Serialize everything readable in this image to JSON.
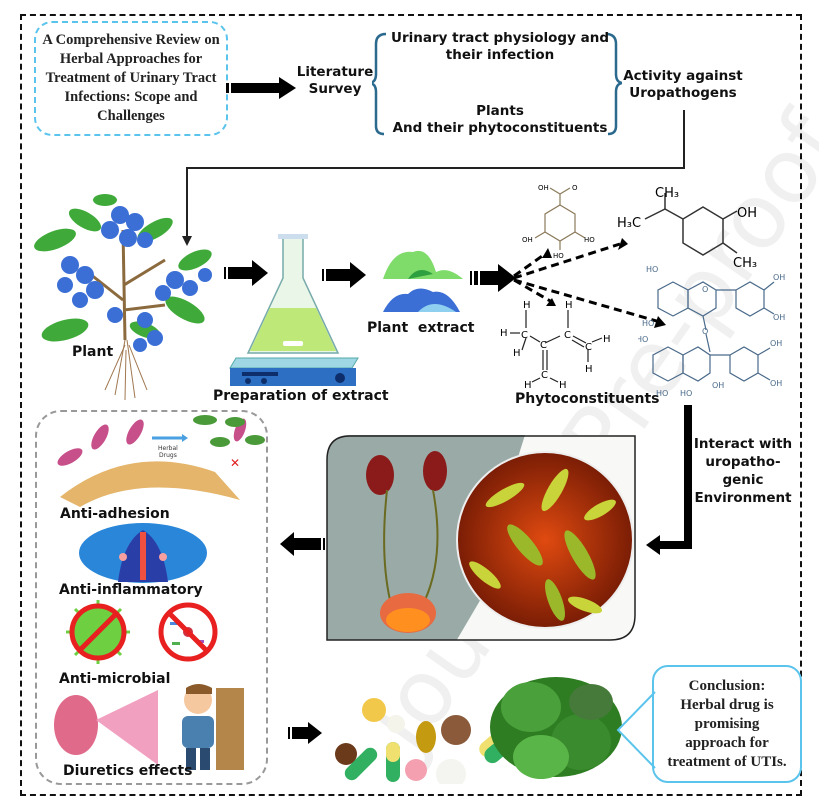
{
  "title_box": {
    "text": "A Comprehensive Review on Herbal Approaches for Treatment of Urinary Tract Infections: Scope and Challenges"
  },
  "literature": {
    "line1": "Literature",
    "line2": "Survey"
  },
  "topics": {
    "top_line1": "Urinary tract physiology and",
    "top_line2": "their infection",
    "bottom_line1": "Plants",
    "bottom_line2": "And their phytoconstituents"
  },
  "activity": {
    "line1": "Activity against",
    "line2": "Uropathogens"
  },
  "plant_label": "Plant",
  "preparation_label": "Preparation of extract",
  "extract_label": "Plant  extract",
  "phyto_label": "Phytoconstituents",
  "interact": {
    "line1": "Interact with",
    "line2": "uropatho-",
    "line3": "genic",
    "line4": "Environment"
  },
  "effects": [
    {
      "label": "Anti-adhesion"
    },
    {
      "label": "Anti-inflammatory"
    },
    {
      "label": "Anti-microbial"
    },
    {
      "label": "Diuretics effects"
    }
  ],
  "herbal_drugs_label": "Herbal\nDrugs",
  "herbal_line1": "Herbal",
  "herbal_line2": "Drugs",
  "conclusion": {
    "line1": "Conclusion:",
    "line2": "Herbal drug is",
    "line3": "promising",
    "line4": "approach for",
    "line5": "treatment of UTIs."
  },
  "watermark": "Journal Pre-proof",
  "chem": {
    "gallic": {
      "oh_top": "OH",
      "o_top": "O",
      "oh_left": "OH",
      "oh_right": "HO",
      "oh_bottom": "HO"
    },
    "thymol": {
      "ch3_top": "CH₃",
      "h3c": "H₃C",
      "oh": "OH",
      "ch3_bot": "CH₃"
    },
    "isoprene": {
      "h": "H",
      "c": "C"
    },
    "procyanidin": {
      "ho": "HO",
      "oh": "OH",
      "o": "O"
    }
  },
  "colors": {
    "frame": "#111111",
    "title_border": "#5bc4ec",
    "brace": "#2b6a8e",
    "arrow": "#000000",
    "effects_border": "#999999"
  }
}
